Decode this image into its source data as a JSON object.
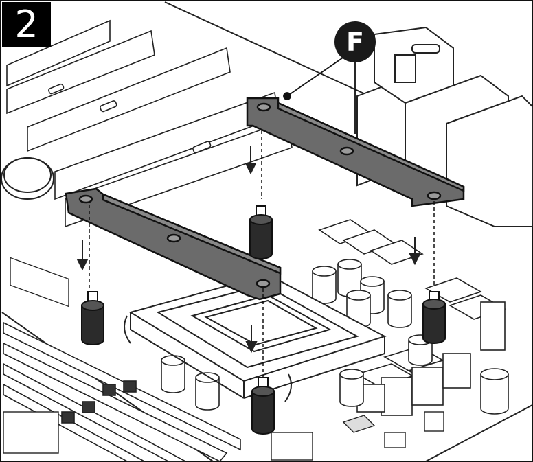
{
  "step": {
    "number": "2"
  },
  "callout": {
    "label": "F",
    "target": "bracket-screw"
  },
  "colors": {
    "outline": "#222222",
    "bracket": "#6b6b6b",
    "standoff": "#2b2b2b",
    "background": "#ffffff",
    "badge": "#000000"
  },
  "icons": [
    "down-arrow-icon",
    "standoff-icon",
    "callout-circle-icon"
  ]
}
